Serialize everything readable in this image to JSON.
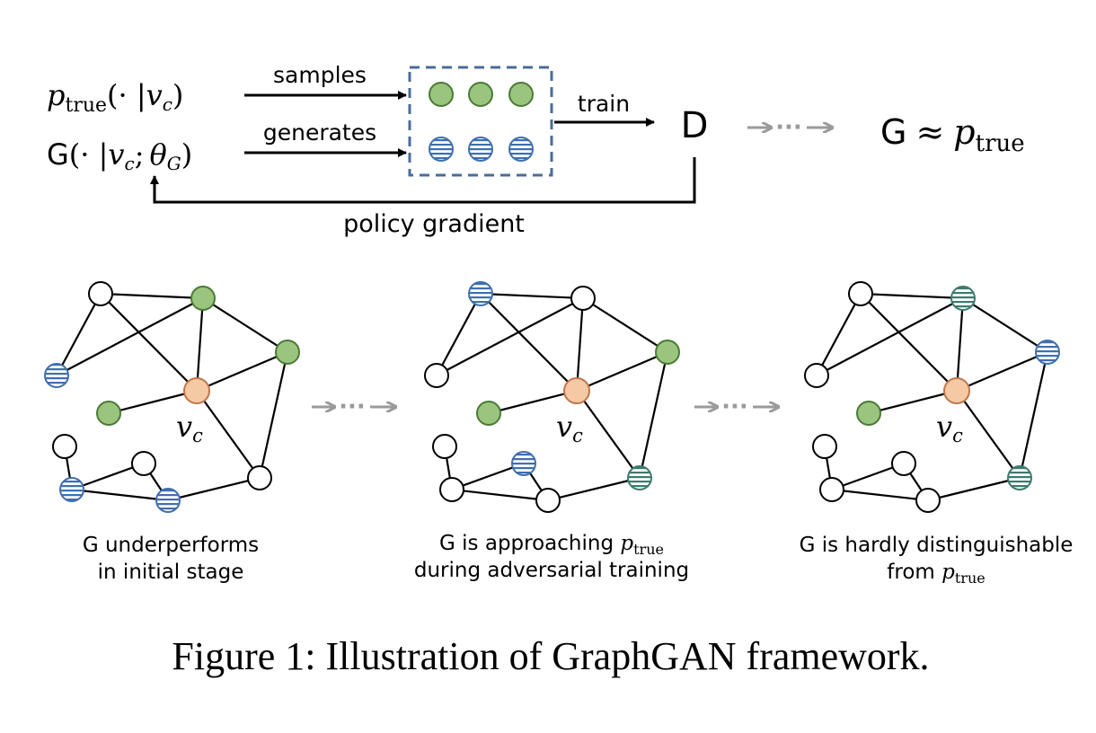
{
  "colors": {
    "green": "#9bc57e",
    "green_stroke": "#4a7a36",
    "orange": "#f6c9a5",
    "orange_stroke": "#c0764a",
    "blue_stripe": "#3f6fae",
    "teal_stripe": "#3d7a6d",
    "box_dash": "#4a6c97",
    "gray_arrow": "#9a9a9a"
  },
  "top": {
    "p_true_label": {
      "p": "p",
      "sub": "true",
      "rest": "(· |",
      "v": "v",
      "vsub": "c",
      "close": ")"
    },
    "g_label": {
      "G": "G",
      "rest": "(· |",
      "v": "v",
      "vsub": "c",
      "semi": ";",
      "theta": "θ",
      "thsub": "G",
      "close": ")"
    },
    "samples_label": "samples",
    "generates_label": "generates",
    "train_label": "train",
    "d_label": "D",
    "dots_label": "···",
    "result_label": {
      "G": "G",
      "approx": "≈",
      "p": "p",
      "sub": "true"
    },
    "policy_gradient_label": "policy gradient"
  },
  "graphs": [
    {
      "center_label": "v",
      "center_sub": "c",
      "caption_lines": [
        "G underperforms",
        "in initial stage"
      ]
    },
    {
      "center_label": "v",
      "center_sub": "c",
      "caption_lines": [
        "G is approaching ",
        "during adversarial training"
      ],
      "caption_math": {
        "p": "p",
        "sub": "true"
      }
    },
    {
      "center_label": "v",
      "center_sub": "c",
      "caption_lines": [
        "G is hardly distinguishable",
        "from "
      ],
      "caption_math": {
        "p": "p",
        "sub": "true"
      }
    }
  ],
  "between_dots": "···",
  "figure_caption": "Figure 1: Illustration of GraphGAN framework."
}
